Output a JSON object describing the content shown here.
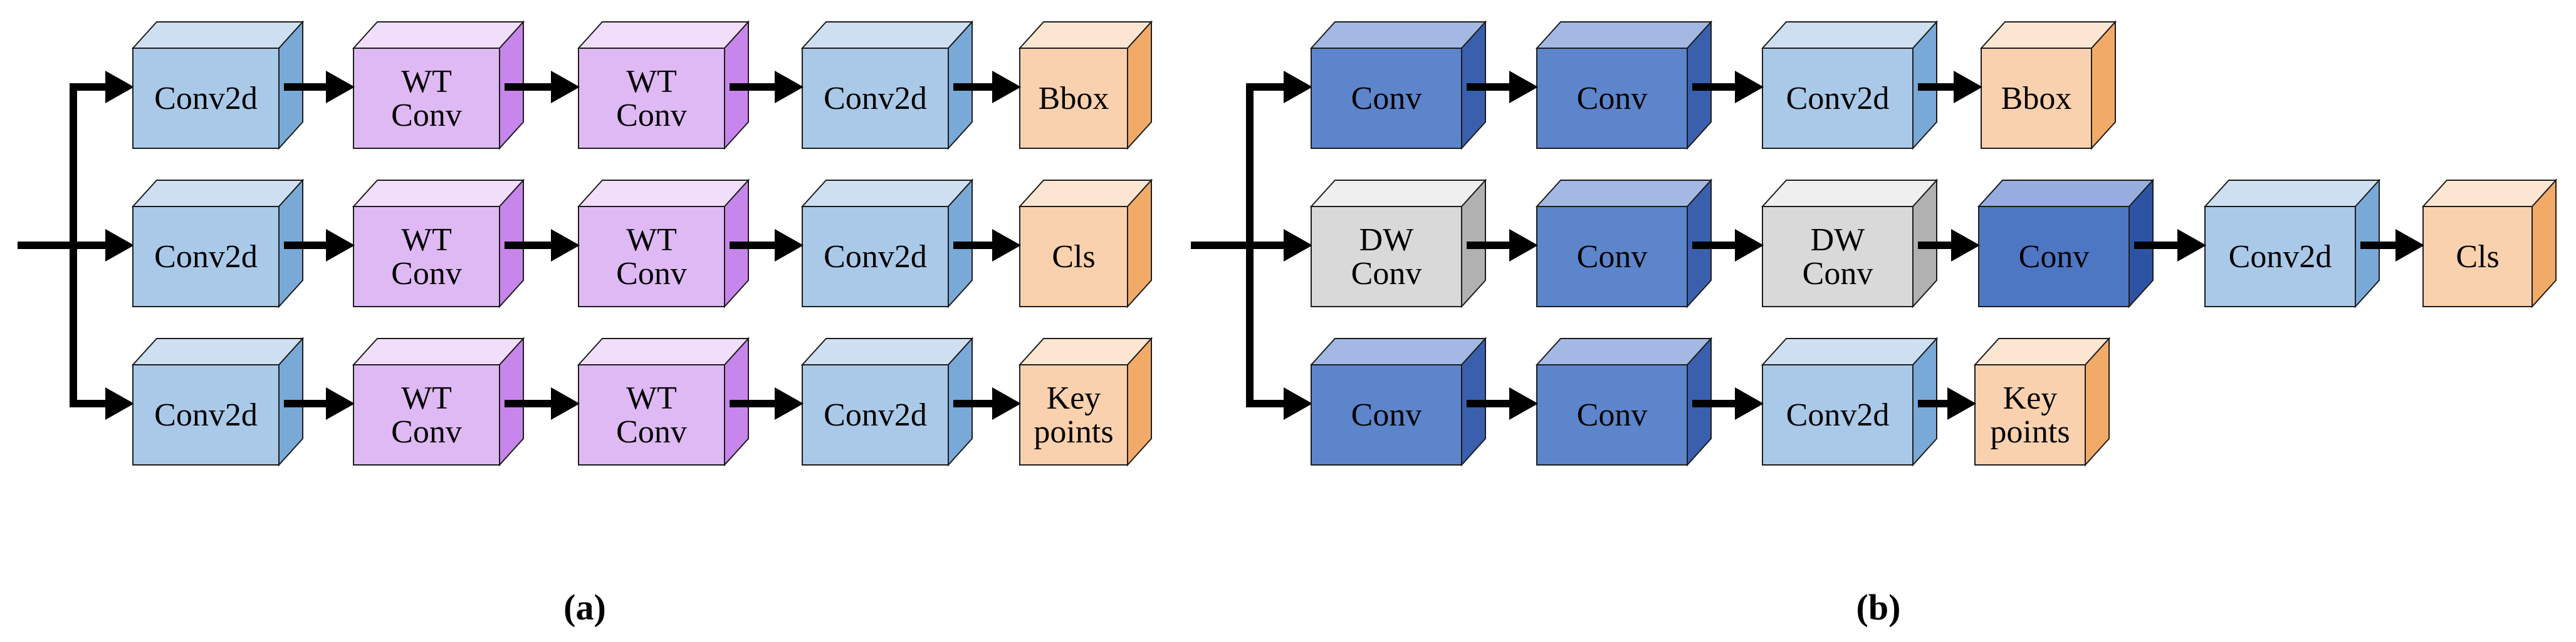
{
  "figure": {
    "background": "#ffffff",
    "panels": [
      {
        "caption": "(a)",
        "rows": [
          {
            "nodes": [
              {
                "type": "conv2d",
                "lines": [
                  "Conv2d"
                ]
              },
              {
                "type": "wtconv",
                "lines": [
                  "WT",
                  "Conv"
                ]
              },
              {
                "type": "wtconv",
                "lines": [
                  "WT",
                  "Conv"
                ]
              },
              {
                "type": "conv2d",
                "lines": [
                  "Conv2d"
                ]
              },
              {
                "type": "head",
                "lines": [
                  "Bbox"
                ]
              }
            ]
          },
          {
            "nodes": [
              {
                "type": "conv2d",
                "lines": [
                  "Conv2d"
                ]
              },
              {
                "type": "wtconv",
                "lines": [
                  "WT",
                  "Conv"
                ]
              },
              {
                "type": "wtconv",
                "lines": [
                  "WT",
                  "Conv"
                ]
              },
              {
                "type": "conv2d",
                "lines": [
                  "Conv2d"
                ]
              },
              {
                "type": "head",
                "lines": [
                  "Cls"
                ]
              }
            ]
          },
          {
            "nodes": [
              {
                "type": "conv2d",
                "lines": [
                  "Conv2d"
                ]
              },
              {
                "type": "wtconv",
                "lines": [
                  "WT",
                  "Conv"
                ]
              },
              {
                "type": "wtconv",
                "lines": [
                  "WT",
                  "Conv"
                ]
              },
              {
                "type": "conv2d",
                "lines": [
                  "Conv2d"
                ]
              },
              {
                "type": "head",
                "lines": [
                  "Key",
                  "points"
                ]
              }
            ]
          }
        ]
      },
      {
        "caption": "(b)",
        "rows": [
          {
            "nodes": [
              {
                "type": "conv",
                "lines": [
                  "Conv"
                ]
              },
              {
                "type": "conv",
                "lines": [
                  "Conv"
                ]
              },
              {
                "type": "conv2d",
                "lines": [
                  "Conv2d"
                ]
              },
              {
                "type": "head",
                "lines": [
                  "Bbox"
                ]
              }
            ]
          },
          {
            "nodes": [
              {
                "type": "dwconv",
                "lines": [
                  "DW",
                  "Conv"
                ]
              },
              {
                "type": "conv",
                "lines": [
                  "Conv"
                ]
              },
              {
                "type": "dwconv",
                "lines": [
                  "DW",
                  "Conv"
                ]
              },
              {
                "type": "conv_dark",
                "lines": [
                  "Conv"
                ]
              },
              {
                "type": "conv2d",
                "lines": [
                  "Conv2d"
                ]
              },
              {
                "type": "head",
                "lines": [
                  "Cls"
                ]
              }
            ]
          },
          {
            "nodes": [
              {
                "type": "conv",
                "lines": [
                  "Conv"
                ]
              },
              {
                "type": "conv",
                "lines": [
                  "Conv"
                ]
              },
              {
                "type": "conv2d",
                "lines": [
                  "Conv2d"
                ]
              },
              {
                "type": "head",
                "lines": [
                  "Key",
                  "points"
                ]
              }
            ]
          }
        ]
      }
    ],
    "palette": {
      "conv2d": {
        "front": "#aac9e8",
        "top": "#cfdff2",
        "side": "#79a9d7"
      },
      "wtconv": {
        "front": "#dfb9f4",
        "top": "#f1defb",
        "side": "#c786eb"
      },
      "head": {
        "front": "#f9d1ae",
        "top": "#fce6d1",
        "side": "#f2aa69"
      },
      "conv": {
        "front": "#5d85cb",
        "top": "#a3b9e3",
        "side": "#3a60ad"
      },
      "conv_dark": {
        "front": "#4e77c3",
        "top": "#97addd",
        "side": "#2d54a4"
      },
      "dwconv": {
        "front": "#d9d9d9",
        "top": "#efefef",
        "side": "#b1b1b1"
      },
      "arrow": "#000000",
      "border": "#1c1c1c",
      "text": "#000000"
    }
  }
}
